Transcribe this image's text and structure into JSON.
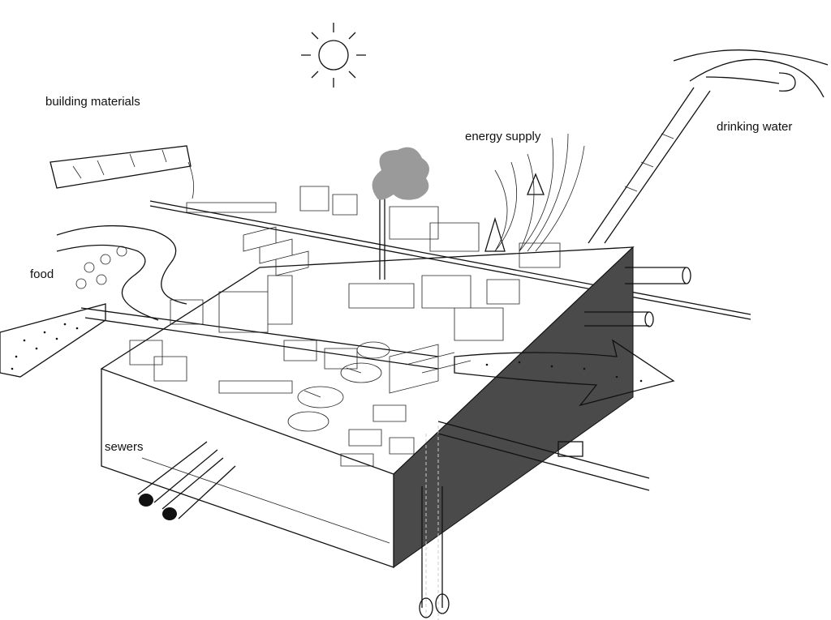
{
  "labels": {
    "building_materials": "building materials",
    "energy_supply": "energy supply",
    "drinking_water": "drinking water",
    "food": "food",
    "sewers": "sewers"
  },
  "colors": {
    "block_side": "#4a4a4a",
    "smoke": "#9a9a9a",
    "ink": "#111111"
  }
}
